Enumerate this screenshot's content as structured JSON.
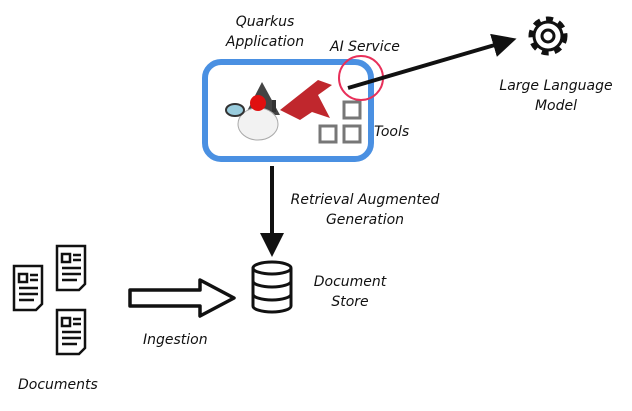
{
  "labels": {
    "quarkus_line1": "Quarkus",
    "quarkus_line2": "Application",
    "ai_service": "AI Service",
    "tools": "Tools",
    "llm_line1": "Large Language",
    "llm_line2": "Model",
    "rag_line1": "Retrieval Augmented",
    "rag_line2": "Generation",
    "store_line1": "Document",
    "store_line2": "Store",
    "ingestion": "Ingestion",
    "documents": "Documents"
  },
  "colors": {
    "app_border": "#4a90e2",
    "ai_circle": "#e8305a",
    "duke_red": "#c0272d",
    "ink": "#111111",
    "tool_gray": "#777777"
  }
}
